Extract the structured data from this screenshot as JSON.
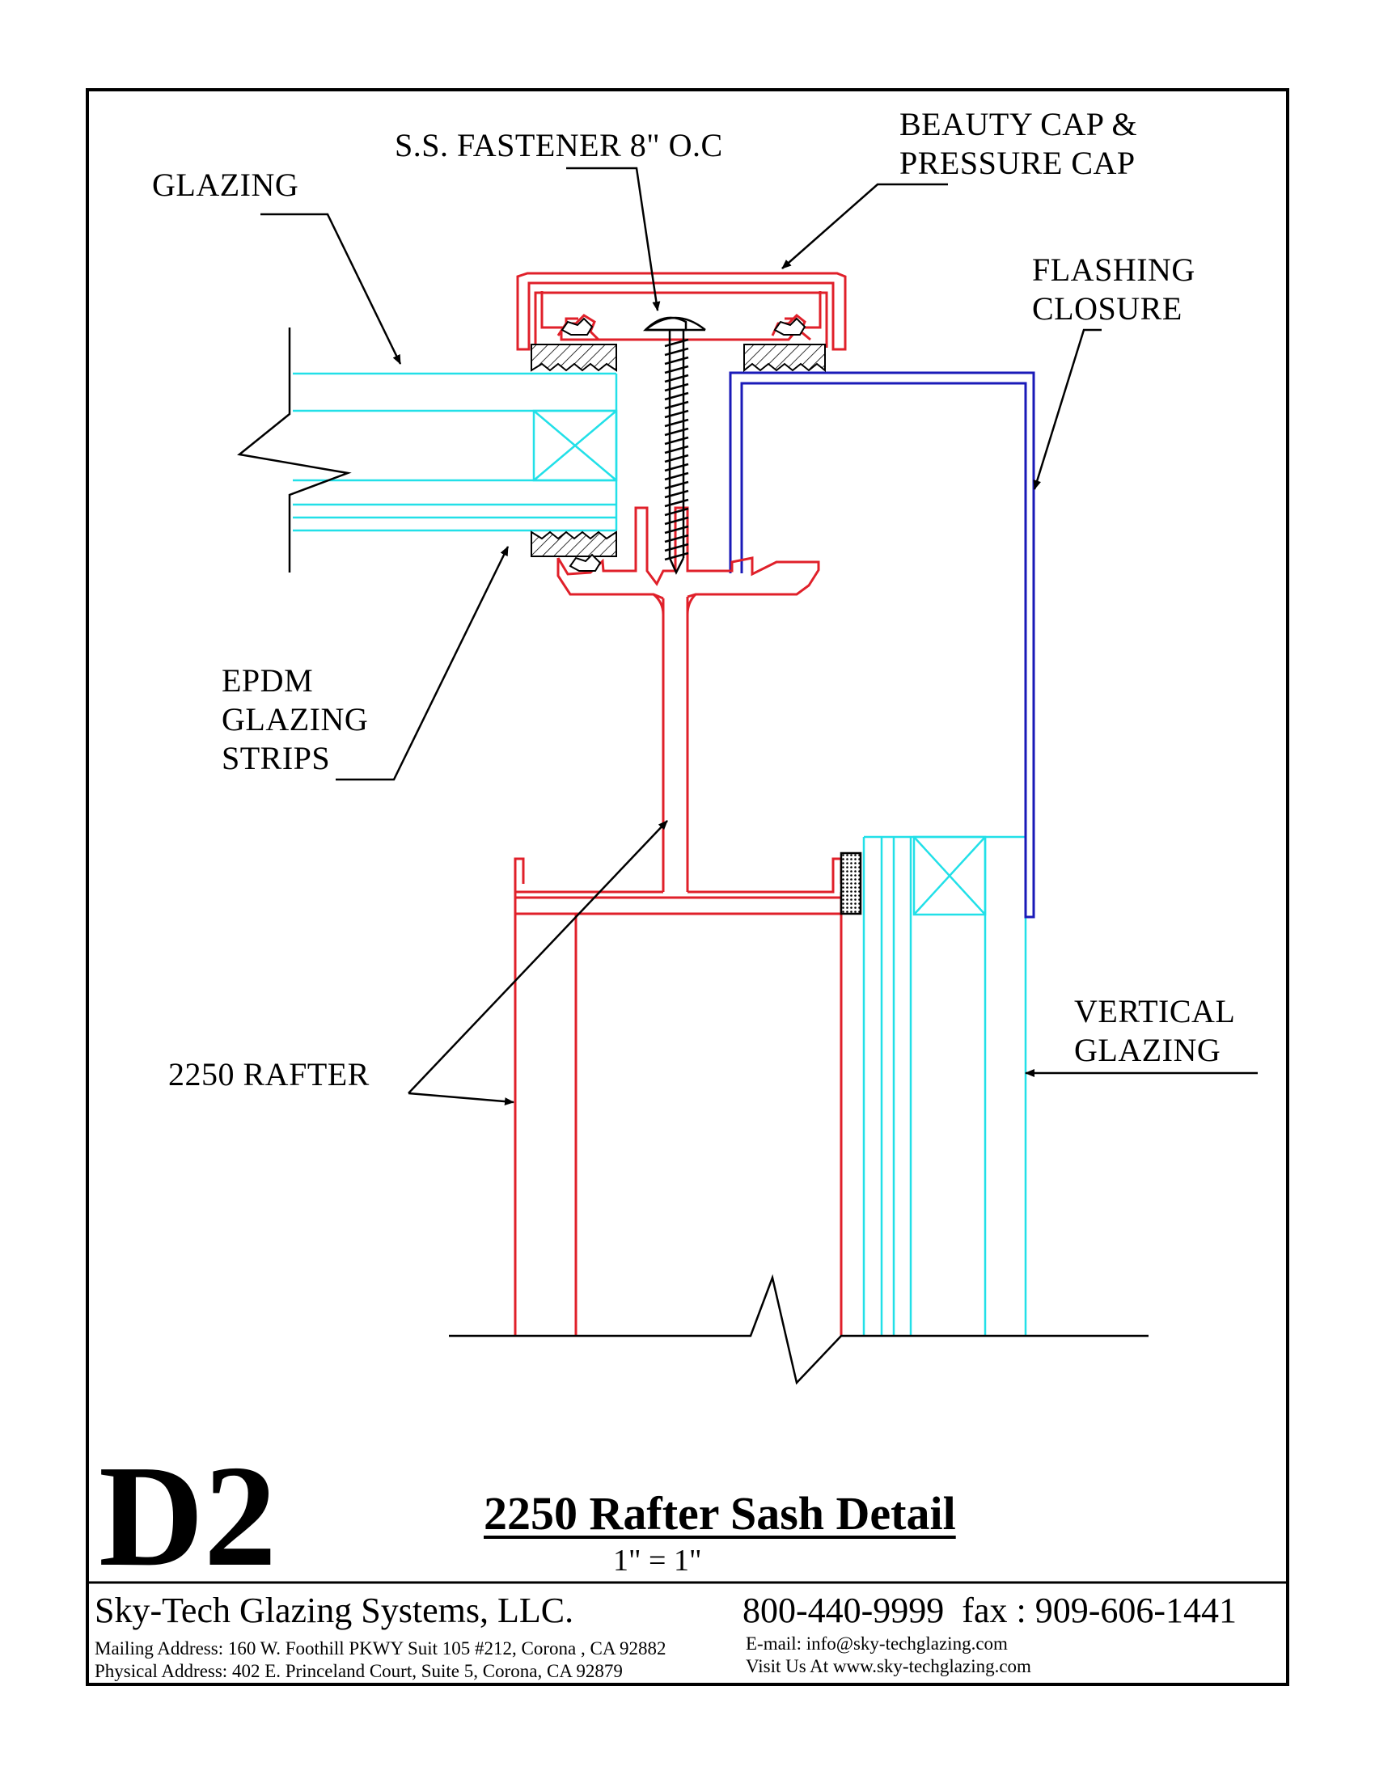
{
  "labels": {
    "glazing": "GLAZING",
    "fastener": "S.S. FASTENER 8\" O.C",
    "beauty_cap": "BEAUTY CAP &\nPRESSURE CAP",
    "flashing": "FLASHING\nCLOSURE",
    "epdm": "EPDM\nGLAZING\nSTRIPS",
    "rafter": "2250 RAFTER",
    "vertical_glazing": "VERTICAL\nGLAZING"
  },
  "title_block": {
    "drawing_id": "D2",
    "title": "2250 Rafter Sash Detail",
    "scale": "1\" = 1\"",
    "company": "Sky-Tech Glazing Systems, LLC.",
    "mailing_address": "Mailing Address: 160 W. Foothill PKWY Suit 105 #212, Corona , CA 92882",
    "physical_address": "Physical Address: 402 E. Princeland Court, Suite 5, Corona, CA 92879",
    "phone_fax": "800-440-9999  fax : 909-606-1441",
    "email": "E-mail: info@sky-techglazing.com",
    "website": "Visit Us At www.sky-techglazing.com"
  },
  "colors": {
    "aluminum": "#e0202a",
    "glass": "#22e0e8",
    "flashing": "#1a1ab8",
    "line": "#000000"
  }
}
